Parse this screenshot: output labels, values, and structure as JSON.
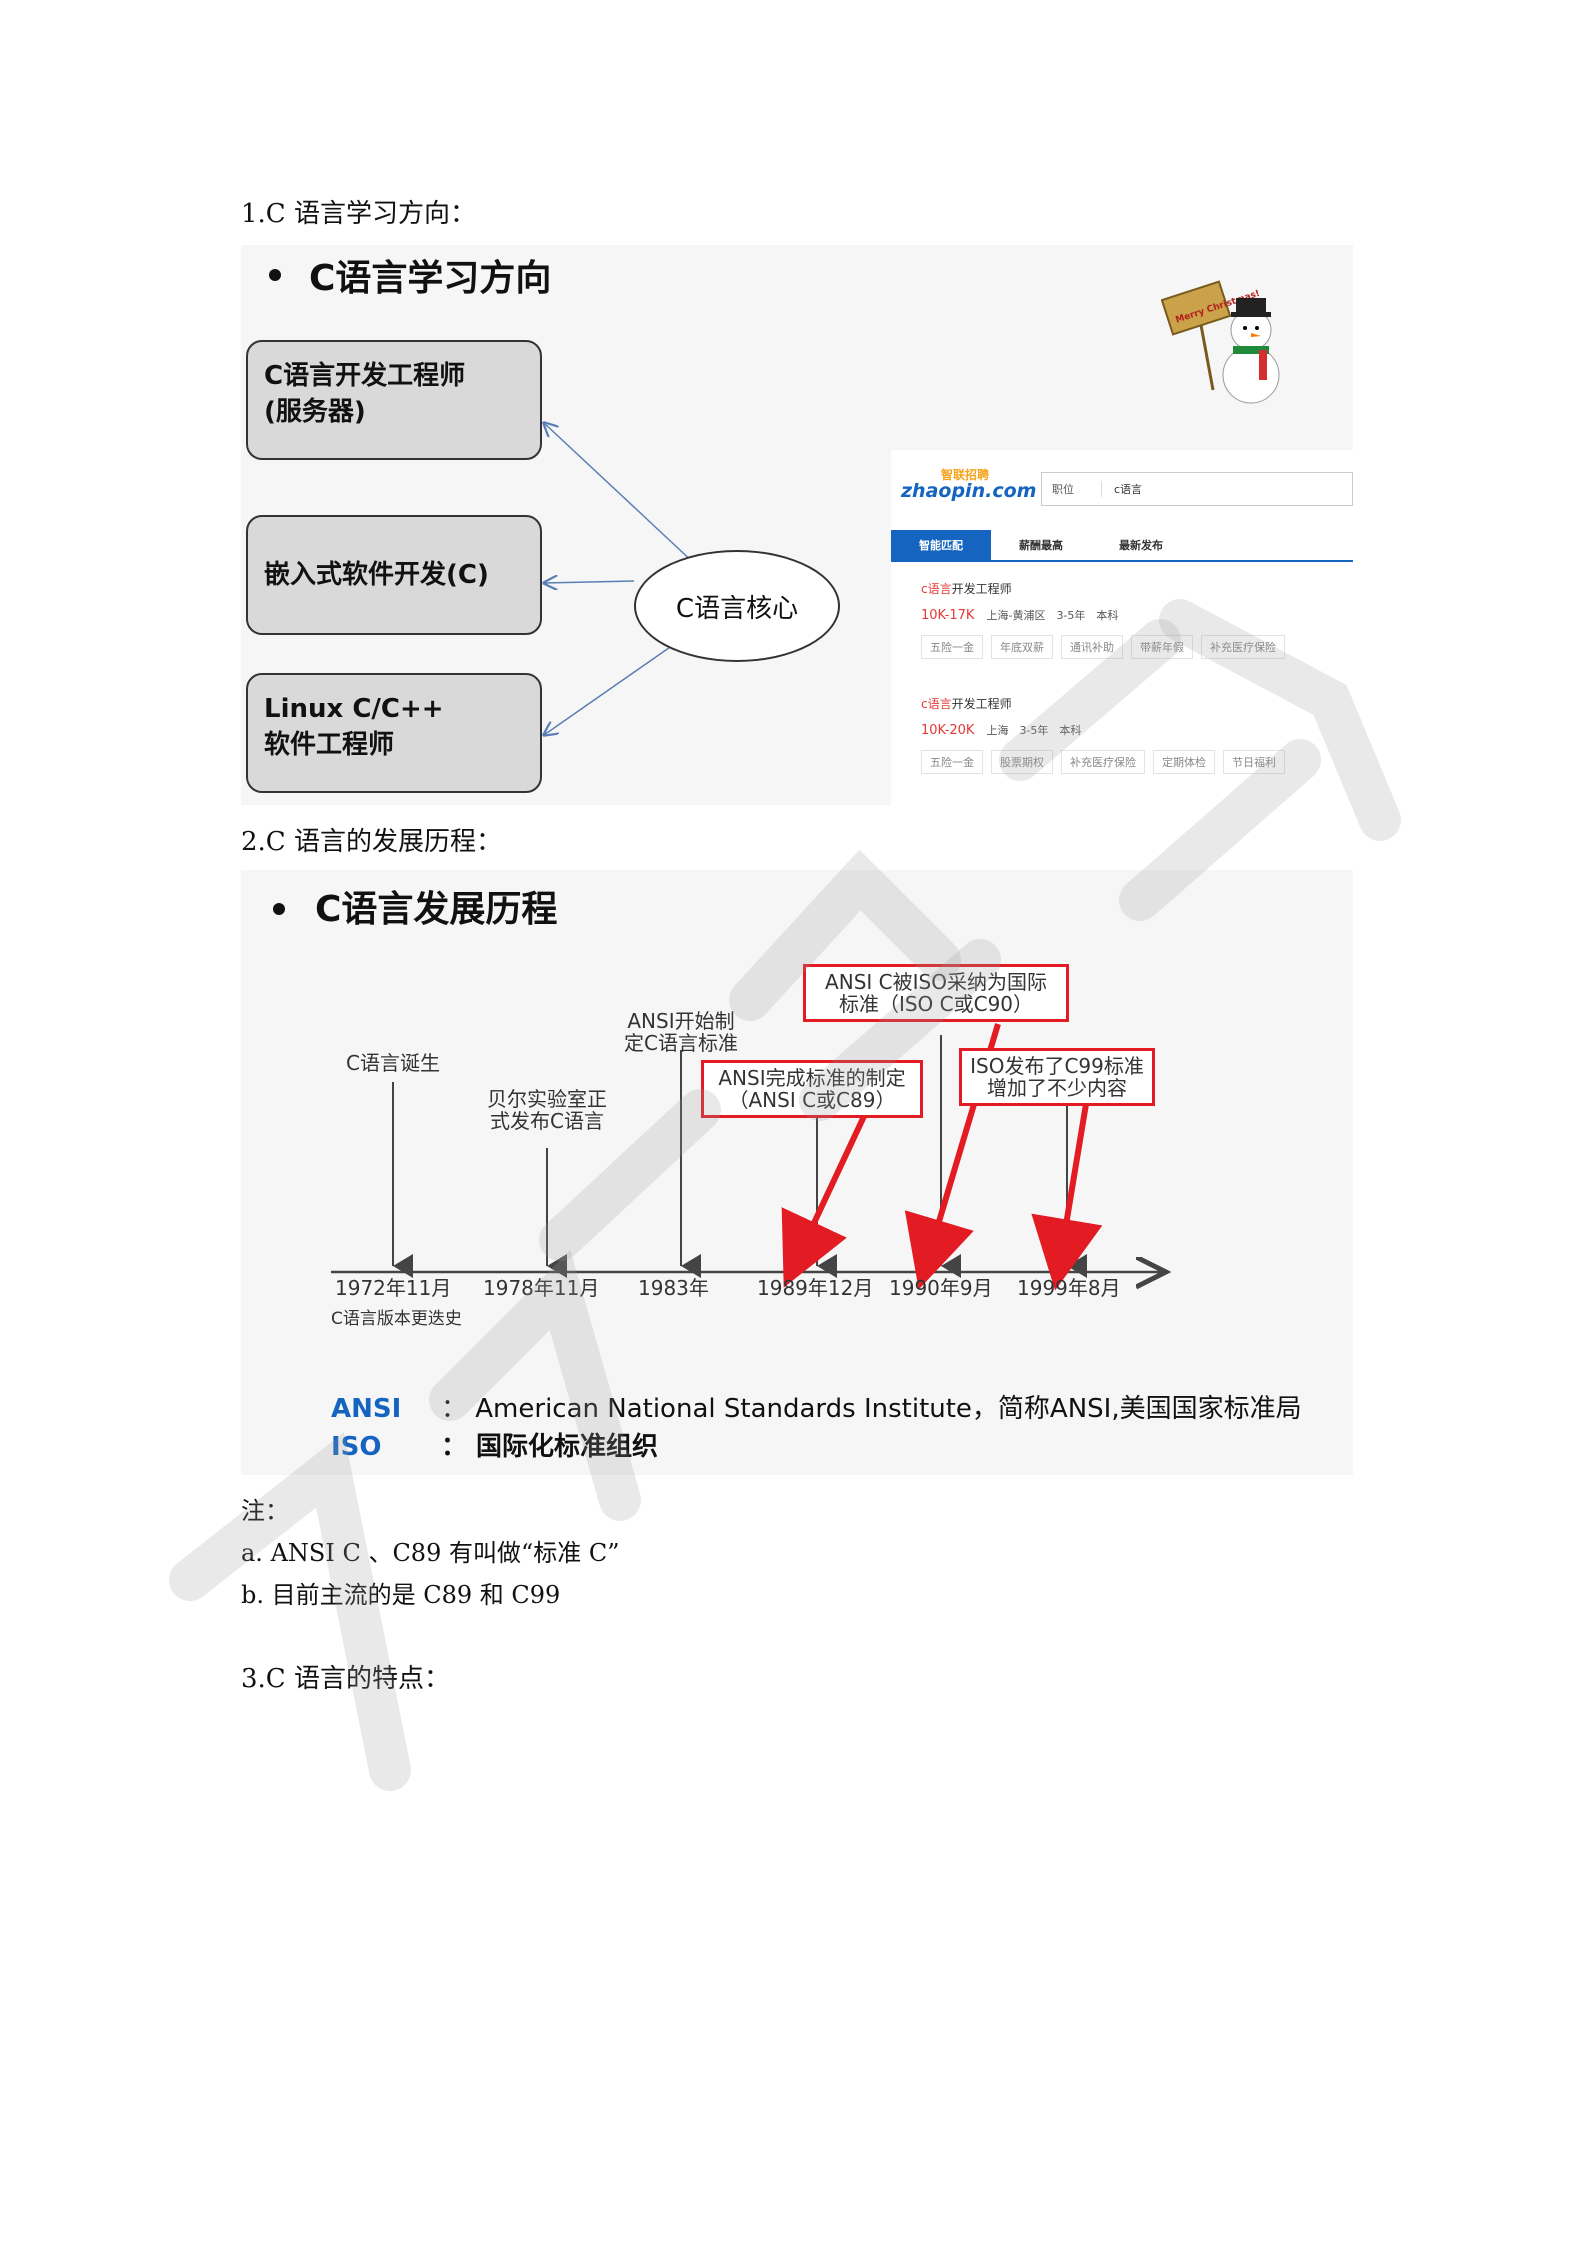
{
  "sections": [
    {
      "heading": "1.C 语言学习方向："
    },
    {
      "heading": "2.C 语言的发展历程："
    },
    {
      "heading": "3.C 语言的特点："
    }
  ],
  "slide1": {
    "title": "C语言学习方向",
    "boxes": [
      "C语言开发工程师\n(服务器)",
      "嵌入式软件开发(C)",
      "Linux C/C++\n软件工程师"
    ],
    "core": "C语言核心",
    "jobsite": {
      "logo_cn": "智联招聘",
      "logo_en": "zhaopin.com",
      "search_select": "职位",
      "search_value": "c语言",
      "tabs": [
        "智能匹配",
        "薪酬最高",
        "最新发布"
      ],
      "jobs": [
        {
          "keyword": "c语言",
          "title_rest": "开发工程师",
          "salary": "10K-17K",
          "meta": "上海-黄浦区　3-5年　本科",
          "tags": [
            "五险一金",
            "年底双薪",
            "通讯补助",
            "带薪年假",
            "补充医疗保险"
          ]
        },
        {
          "keyword": "c语言",
          "title_rest": "开发工程师",
          "salary": "10K-20K",
          "meta": "上海　3-5年　本科",
          "tags": [
            "五险一金",
            "股票期权",
            "补充医疗保险",
            "定期体检",
            "节日福利"
          ]
        }
      ],
      "sign_text": "Merry Christmas!"
    }
  },
  "slide2": {
    "title": "C语言发展历程",
    "events": [
      {
        "text": "C语言诞生"
      },
      {
        "text": "贝尔实验室正\n式发布C语言"
      },
      {
        "text": "ANSI开始制\n定C语言标准"
      }
    ],
    "boxes": [
      {
        "text": "ANSI完成标准的制定\n（ANSI C或C89）"
      },
      {
        "text": "ANSI C被ISO采纳为国际\n标准（ISO C或C90）"
      },
      {
        "text": "ISO发布了C99标准\n增加了不少内容"
      }
    ],
    "dates": [
      "1972年11月",
      "1978年11月",
      "1983年",
      "1989年12月",
      "1990年9月",
      "1999年8月"
    ],
    "caption": "C语言版本更迭史",
    "definitions": [
      {
        "abbr": "ANSI",
        "text": "：  American National Standards Institute，简称ANSI,美国国家标准局"
      },
      {
        "abbr": "ISO",
        "text": "：  国际化标准组织"
      }
    ]
  },
  "notes": {
    "label": "注：",
    "items": [
      "a. ANSI C 、C89 有叫做“标准 C”",
      "b.  目前主流的是 C89 和 C99"
    ]
  },
  "colors": {
    "accent_red": "#e31b23",
    "accent_blue": "#1565c0",
    "box_fill": "#d9d9d9"
  }
}
